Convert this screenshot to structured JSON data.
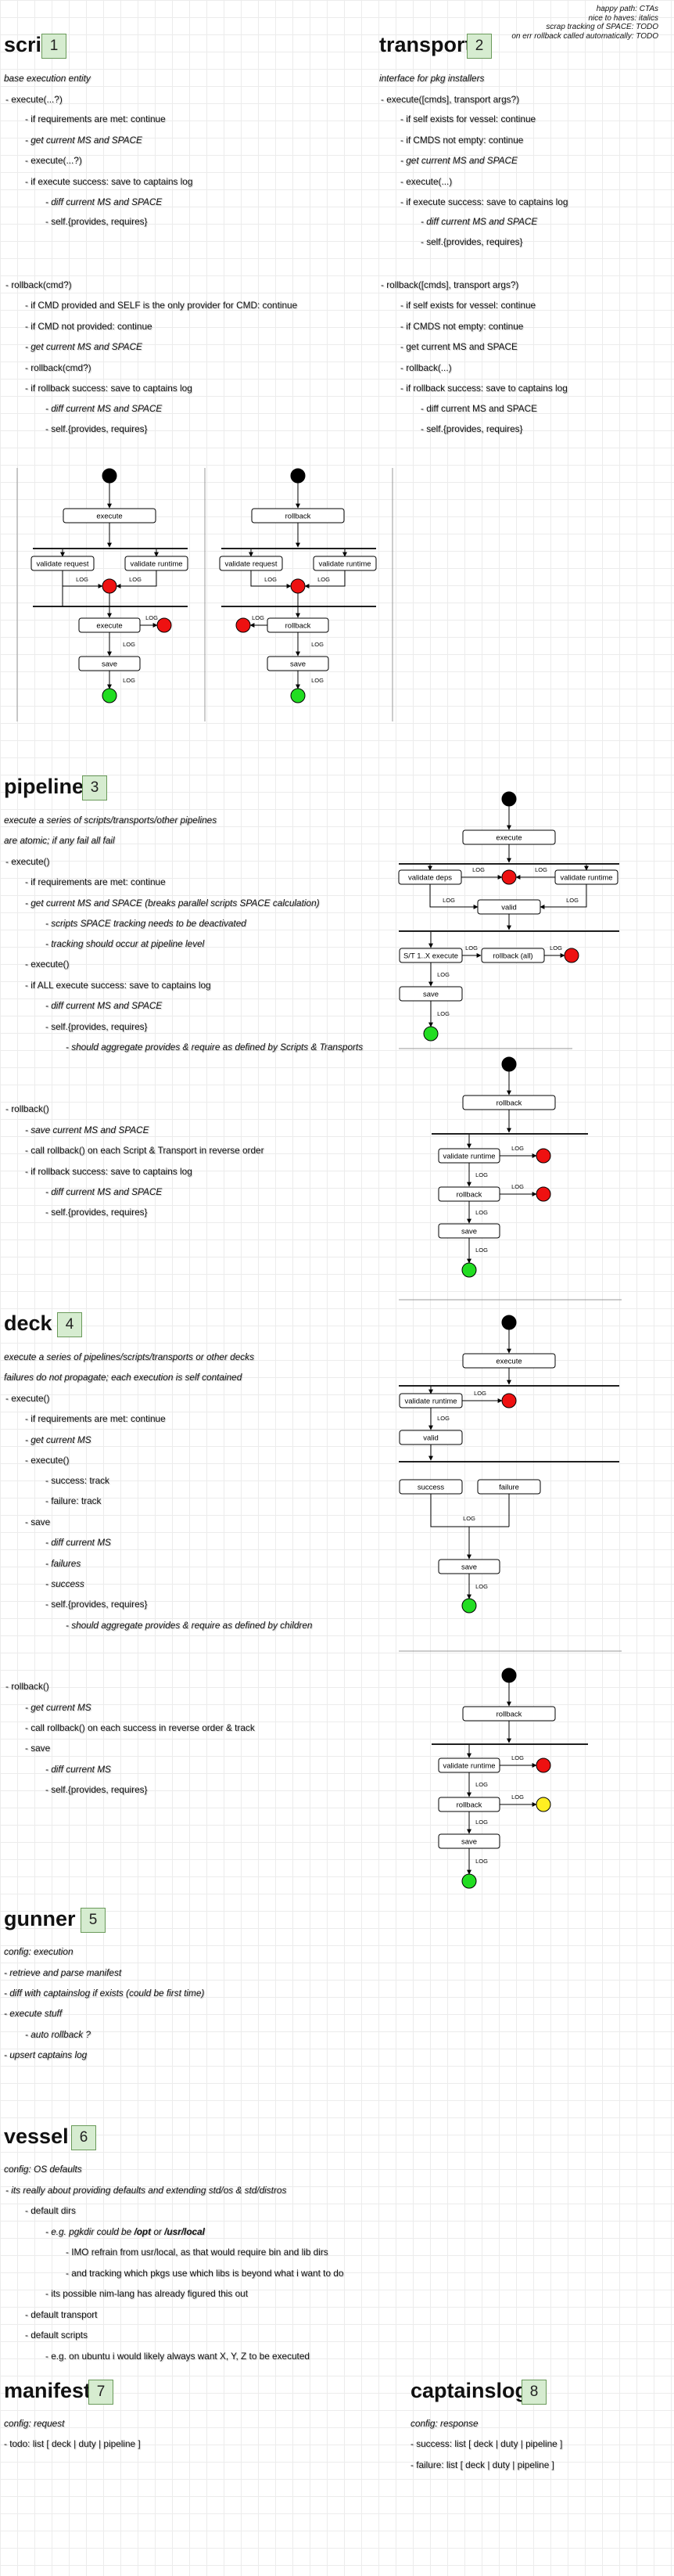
{
  "legend": [
    "happy path: CTAs",
    "nice to haves: italics",
    "scrap tracking of SPACE: TODO",
    "on err rollback called automatically: TODO"
  ],
  "sections": [
    {
      "title": "script",
      "number": "1",
      "lines": [
        {
          "t": "base execution entity",
          "i": true
        },
        {
          "t": "- execute(...?)"
        },
        {
          "t": "- if requirements are met: continue"
        },
        {
          "t": "- get current MS and SPACE",
          "i": true
        },
        {
          "t": "- execute(...?)"
        },
        {
          "t": "- if execute success: save to captains log"
        },
        {
          "t": "- diff current MS and SPACE",
          "i": true
        },
        {
          "t": "- self.{provides, requires}"
        },
        {
          "t": "- rollback(cmd?)"
        },
        {
          "t": "- if CMD provided and SELF is the only provider for CMD: continue"
        },
        {
          "t": "- if CMD not provided: continue"
        },
        {
          "t": "- get current MS and SPACE",
          "i": true
        },
        {
          "t": "- rollback(cmd?)"
        },
        {
          "t": "- if rollback success: save to captains log"
        },
        {
          "t": "- diff current MS and SPACE",
          "i": true
        },
        {
          "t": "- self.{provides, requires}"
        }
      ]
    },
    {
      "title": "transport",
      "number": "2",
      "lines": [
        {
          "t": "interface for pkg installers",
          "i": true
        },
        {
          "t": "- execute([cmds], transport args?)"
        },
        {
          "t": "- if self exists for vessel: continue"
        },
        {
          "t": "- if CMDS not empty: continue"
        },
        {
          "t": "- get current MS and SPACE",
          "i": true
        },
        {
          "t": "- execute(...)"
        },
        {
          "t": "- if execute success: save to captains log"
        },
        {
          "t": "- diff current MS and SPACE",
          "i": true
        },
        {
          "t": "- self.{provides, requires}"
        },
        {
          "t": "- rollback([cmds], transport args?)"
        },
        {
          "t": "- if self exists for vessel: continue"
        },
        {
          "t": "- if CMDS not empty: continue"
        },
        {
          "t": "- get current MS and SPACE"
        },
        {
          "t": "- rollback(...)"
        },
        {
          "t": "- if rollback success: save to captains log"
        },
        {
          "t": "- diff current MS and SPACE"
        },
        {
          "t": "- self.{provides, requires}"
        }
      ]
    },
    {
      "title": "pipeline",
      "number": "3",
      "lines": [
        {
          "t": "execute a series of  scripts/transports/other pipelines",
          "i": true
        },
        {
          "t": "are atomic; if any fail all fail",
          "i": true
        },
        {
          "t": "- execute()"
        },
        {
          "t": "- if requirements are met: continue"
        },
        {
          "t": "- get current MS and SPACE (breaks parallel scripts SPACE calculation)",
          "i": true
        },
        {
          "t": "- scripts SPACE tracking needs to be deactivated",
          "i": true
        },
        {
          "t": "- tracking should occur at pipeline level",
          "i": true
        },
        {
          "t": "- execute()"
        },
        {
          "t": "- if ALL execute success: save to captains log"
        },
        {
          "t": "- diff current MS and SPACE",
          "i": true
        },
        {
          "t": "- self.{provides, requires}"
        },
        {
          "t": "- should aggregate provides & require as defined by Scripts & Transports",
          "i": true
        },
        {
          "t": "- rollback()"
        },
        {
          "t": "- save current MS and SPACE",
          "i": true
        },
        {
          "t": "- call rollback() on each Script & Transport in reverse order"
        },
        {
          "t": "- if rollback success: save to captains log"
        },
        {
          "t": "- diff current MS and SPACE",
          "i": true
        },
        {
          "t": "- self.{provides, requires}"
        }
      ]
    },
    {
      "title": "deck",
      "number": "4",
      "lines": [
        {
          "t": "execute a series of pipelines/scripts/transports or other decks",
          "i": true
        },
        {
          "t": "failures do not propagate; each execution is self contained",
          "i": true
        },
        {
          "t": "- execute()"
        },
        {
          "t": "- if requirements are met: continue"
        },
        {
          "t": "- get current MS",
          "i": true
        },
        {
          "t": "- execute()"
        },
        {
          "t": "- success: track"
        },
        {
          "t": "- failure:  track"
        },
        {
          "t": "- save"
        },
        {
          "t": "- diff current MS",
          "i": true
        },
        {
          "t": "- failures",
          "i": true
        },
        {
          "t": "- success",
          "i": true
        },
        {
          "t": "- self.{provides, requires}"
        },
        {
          "t": "- should aggregate provides & require as defined by children",
          "i": true
        },
        {
          "t": "- rollback()"
        },
        {
          "t": "- get current MS",
          "i": true
        },
        {
          "t": "- call rollback() on each success in reverse order & track"
        },
        {
          "t": "- save"
        },
        {
          "t": "- diff current MS",
          "i": true
        },
        {
          "t": "- self.{provides, requires}"
        }
      ]
    },
    {
      "title": "gunner",
      "number": "5",
      "lines": [
        {
          "t": "config: execution",
          "i": true
        },
        {
          "t": "- retrieve and parse manifest",
          "i": true
        },
        {
          "t": "- diff with captainslog if exists (could be first time)",
          "i": true
        },
        {
          "t": "- execute stuff",
          "i": true
        },
        {
          "t": "- auto rollback ?",
          "i": true
        },
        {
          "t": "- upsert captains log",
          "i": true
        }
      ]
    },
    {
      "title": "vessel",
      "number": "6",
      "lines": [
        {
          "t": "config: OS defaults",
          "i": true
        },
        {
          "t": "- its really about providing defaults and extending std/os & std/distros",
          "i": true
        },
        {
          "t": "- default dirs"
        },
        {
          "t": "- e.g. pgkdir could be ",
          "i": true,
          "b1": "/opt",
          "mid": " or ",
          "b2": "/usr/local"
        },
        {
          "t": "- IMO refrain from usr/local, as that would require bin and lib dirs"
        },
        {
          "t": "- and tracking which pkgs use which libs is beyond what i want to do"
        },
        {
          "t": "- its possible nim-lang has already figured this out"
        },
        {
          "t": "- default transport"
        },
        {
          "t": "- default scripts"
        },
        {
          "t": "- e.g. on ubuntu i would likely always want X, Y, Z to be executed"
        }
      ]
    },
    {
      "title": "manifest",
      "number": "7",
      "lines": [
        {
          "t": "config: request",
          "i": true
        },
        {
          "t": "- todo: list [ deck | duty | pipeline ]"
        }
      ]
    },
    {
      "title": "captainslog",
      "number": "8",
      "lines": [
        {
          "t": "config: response",
          "i": true
        },
        {
          "t": "- success: list [ deck | duty | pipeline ]"
        },
        {
          "t": "- failure: list [ deck | duty | pipeline ]"
        }
      ]
    }
  ],
  "flow": {
    "execute": "execute",
    "rollback": "rollback",
    "validate_request": "validate request",
    "validate_runtime": "validate runtime",
    "validate_deps": "validate deps",
    "valid": "valid",
    "save": "save",
    "success": "success",
    "failure": "failure",
    "step_execute": "S/T 1..X execute",
    "rollback_all": "rollback (all)",
    "log": "LOG"
  },
  "colors": {
    "error": "#ee1111",
    "done": "#22dd22",
    "warn": "#ffee22",
    "start": "#000000"
  }
}
